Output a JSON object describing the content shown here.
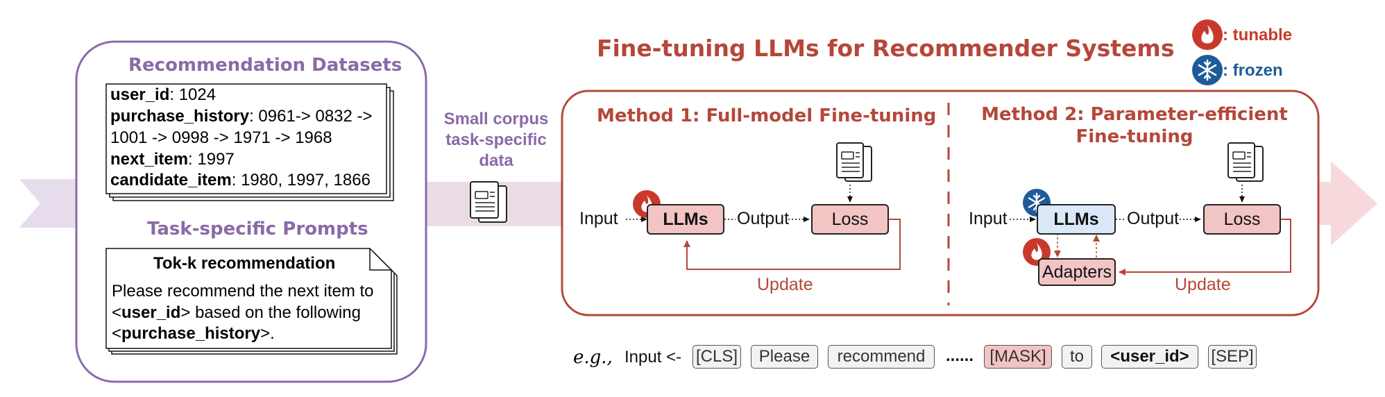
{
  "title": "Fine-tuning LLMs for Recommender Systems",
  "legend": {
    "tunable": {
      "label": ": tunable",
      "icon": "flame-icon",
      "color": "#c8392b"
    },
    "frozen": {
      "label": ": frozen",
      "icon": "snowflake-icon",
      "color": "#1f5b99"
    }
  },
  "datasets": {
    "heading": "Recommendation Datasets",
    "lines": [
      {
        "key": "user_id",
        "value": ": 1024"
      },
      {
        "key": "purchase_history",
        "value": ": 0961-> 0832 ->"
      },
      {
        "key": "",
        "value": "1001 -> 0998 -> 1971 -> 1968"
      },
      {
        "key": "next_item",
        "value": ": 1997"
      },
      {
        "key": "candidate_item",
        "value": ": 1980, 1997, 1866"
      }
    ]
  },
  "prompts": {
    "heading": "Task-specific Prompts",
    "card_title": "Tok-k recommendation",
    "line1": "Please recommend the next item to",
    "line2_open": "<",
    "line2_key": "user_id",
    "line2_rest": "> based on the following",
    "line3_open": "<",
    "line3_key": "purchase_history",
    "line3_rest": ">."
  },
  "corpus": {
    "line1": "Small corpus",
    "line2": "task-specific",
    "line3": "data"
  },
  "method1": {
    "title": "Method 1: Full-model Fine-tuning",
    "input": "Input",
    "llms": "LLMs",
    "output": "Output",
    "loss": "Loss",
    "update": "Update"
  },
  "method2": {
    "title_line1": "Method 2: Parameter-efficient",
    "title_line2": "Fine-tuning",
    "input": "Input",
    "llms": "LLMs",
    "output": "Output",
    "loss": "Loss",
    "adapters": "Adapters",
    "update": "Update"
  },
  "example": {
    "prefix": "e.g.,",
    "input_label": "Input <-",
    "tokens": [
      "[CLS]",
      "Please",
      "recommend",
      "......",
      "[MASK]",
      "to",
      "<user_id>",
      "[SEP]"
    ]
  },
  "colors": {
    "accent_red": "#b5473a",
    "accent_purple": "#8a6aa8",
    "loss_fill": "#f2c4c4",
    "frozen_fill": "#dbe8f8",
    "arrow_band": "#e9dce6"
  }
}
